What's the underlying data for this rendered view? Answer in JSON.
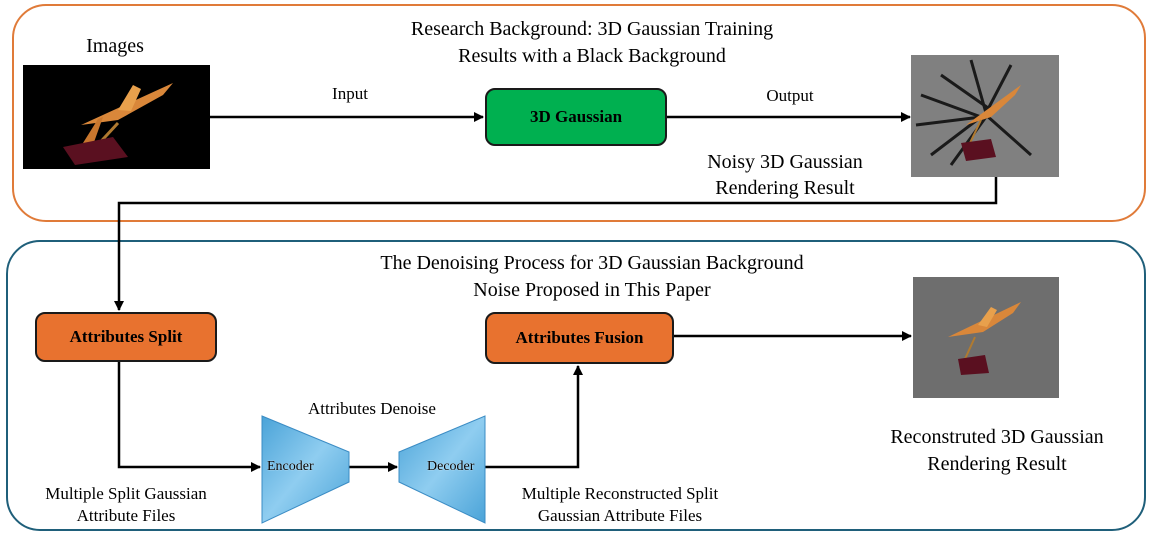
{
  "top_panel": {
    "title_line1": "Research Background: 3D Gaussian Training",
    "title_line2": "Results with a Black Background",
    "images_label": "Images",
    "input_label": "Input",
    "gaussian_box": "3D Gaussian",
    "output_label": "Output",
    "noisy_line1": "Noisy 3D Gaussian",
    "noisy_line2": "Rendering Result"
  },
  "bottom_panel": {
    "title_line1": "The Denoising Process for 3D Gaussian Background",
    "title_line2": "Noise Proposed in This Paper",
    "split_box": "Attributes Split",
    "fusion_box": "Attributes Fusion",
    "denoise_label": "Attributes Denoise",
    "encoder_label": "Encoder",
    "decoder_label": "Decoder",
    "split_files_line1": "Multiple Split Gaussian",
    "split_files_line2": "Attribute Files",
    "recon_files_line1": "Multiple Reconstructed Split",
    "recon_files_line2": "Gaussian Attribute Files",
    "result_line1": "Reconstruted 3D Gaussian",
    "result_line2": "Rendering Result"
  },
  "colors": {
    "top_border": "#e07b39",
    "bottom_border": "#1f5f7a",
    "gaussian_box": "#00b050",
    "split_fusion_box": "#e8722f",
    "encoder_decoder": "#6bb6e0"
  }
}
